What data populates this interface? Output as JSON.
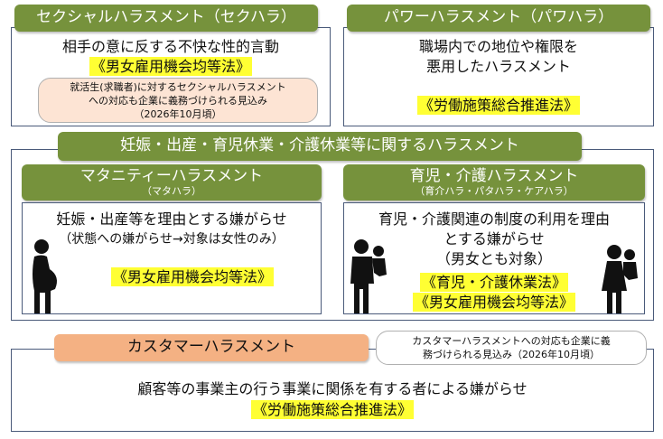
{
  "sekuhara": {
    "title": "セクシャルハラスメント（セクハラ）",
    "desc": "相手の意に反する不快な性的言動",
    "law": "《男女雇用機会均等法》",
    "note_lines": [
      "就活生(求職者)に対するセクシャルハラスメント",
      "への対応も企業に義務づけられる見込み",
      "（2026年10月頃）"
    ]
  },
  "pawahara": {
    "title": "パワーハラスメント（パワハラ）",
    "desc_lines": [
      "職場内での地位や権限を",
      "悪用したハラスメント"
    ],
    "law": "《労働施策総合推進法》"
  },
  "ninshin": {
    "title": "妊娠・出産・育児休業・介護休業等に関するハラスメント",
    "matahara": {
      "title": "マタニティーハラスメント",
      "subtitle": "（マタハラ）",
      "desc": "妊娠・出産等を理由とする嫌がらせ",
      "desc2": "（状態への嫌がらせ→対象は女性のみ）",
      "law": "《男女雇用機会均等法》"
    },
    "ikuji": {
      "title": "育児・介護ハラスメント",
      "subtitle": "（育介ハラ・パタハラ・ケアハラ）",
      "desc_lines": [
        "育児・介護関連の制度の利用を理由",
        "とする嫌がらせ",
        "（男女とも対象）"
      ],
      "law1": "《育児・介護休業法》",
      "law2": "《男女雇用機会均等法》"
    }
  },
  "kasuhara": {
    "title": "カスタマーハラスメント",
    "note_lines": [
      "カスタマーハラスメントへの対応も企業に義",
      "務づけられる見込み（2026年10月頃）"
    ],
    "desc": "顧客等の事業主の行う事業に関係を有する者による嫌がらせ",
    "law": "《労働施策総合推進法》"
  },
  "colors": {
    "header_green": "#76923c",
    "law_highlight": "#ffff33",
    "note_peach": "#fde4d4",
    "kasuhara_header": "#f4b183"
  },
  "icons": [
    "pregnant-woman-icon",
    "man-holding-child-icon",
    "woman-holding-child-icon"
  ]
}
